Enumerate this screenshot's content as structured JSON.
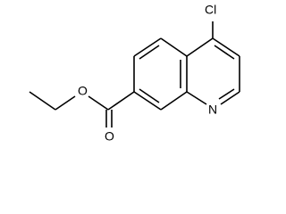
{
  "diagram": {
    "type": "chemical-structure",
    "atoms": {
      "chlorine": "Cl",
      "ring_nitrogen": "N",
      "carbonyl_oxygen": "O",
      "ester_oxygen": "O"
    }
  }
}
